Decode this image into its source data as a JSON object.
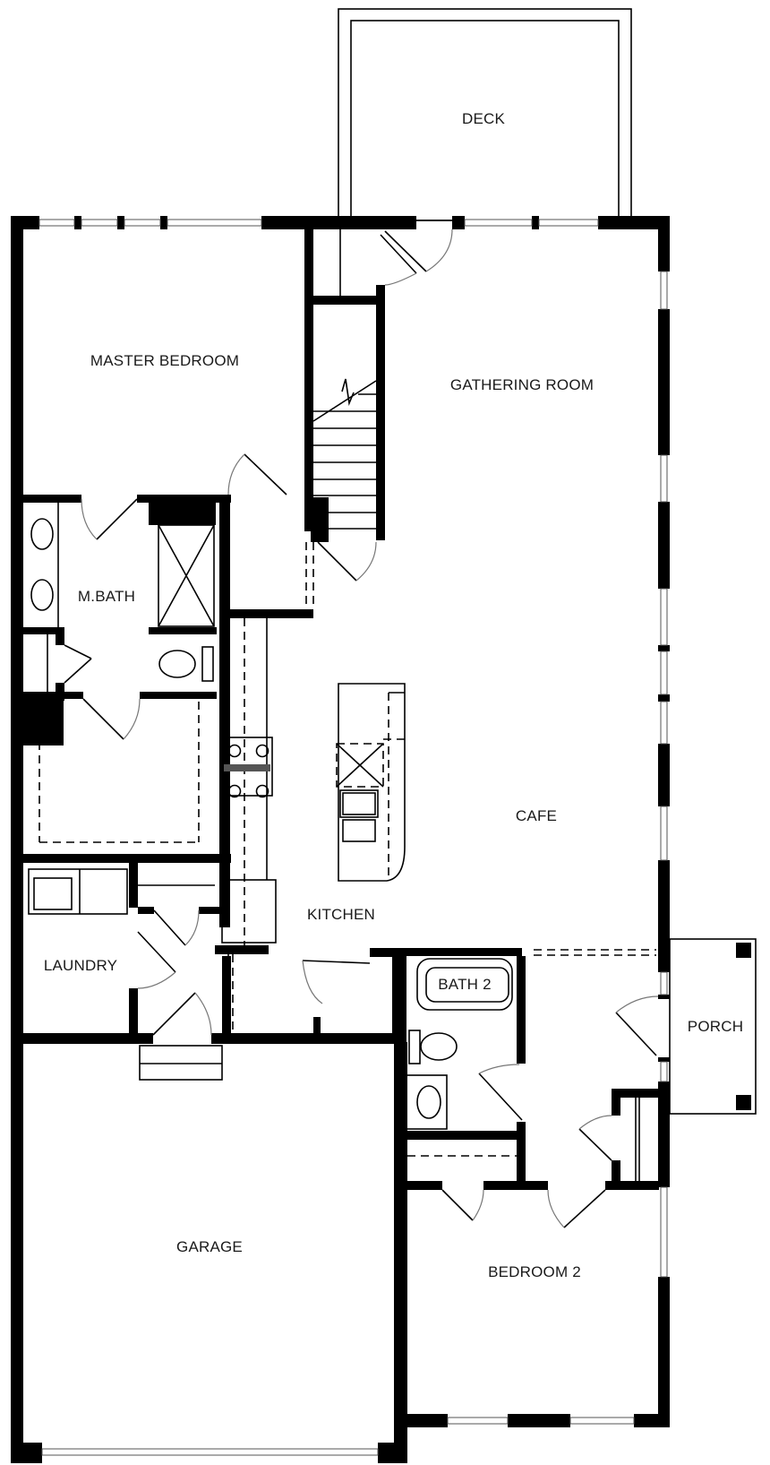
{
  "diagram": {
    "type": "floor-plan",
    "rooms": {
      "deck": "DECK",
      "master_bedroom": "MASTER BEDROOM",
      "gathering_room": "GATHERING ROOM",
      "m_bath": "M.BATH",
      "cafe": "CAFE",
      "kitchen": "KITCHEN",
      "laundry": "LAUNDRY",
      "bath_2": "BATH 2",
      "porch": "PORCH",
      "garage": "GARAGE",
      "bedroom_2": "BEDROOM 2"
    },
    "colors": {
      "wall": "#000000",
      "background": "#ffffff",
      "text": "#1a1a1a"
    }
  }
}
